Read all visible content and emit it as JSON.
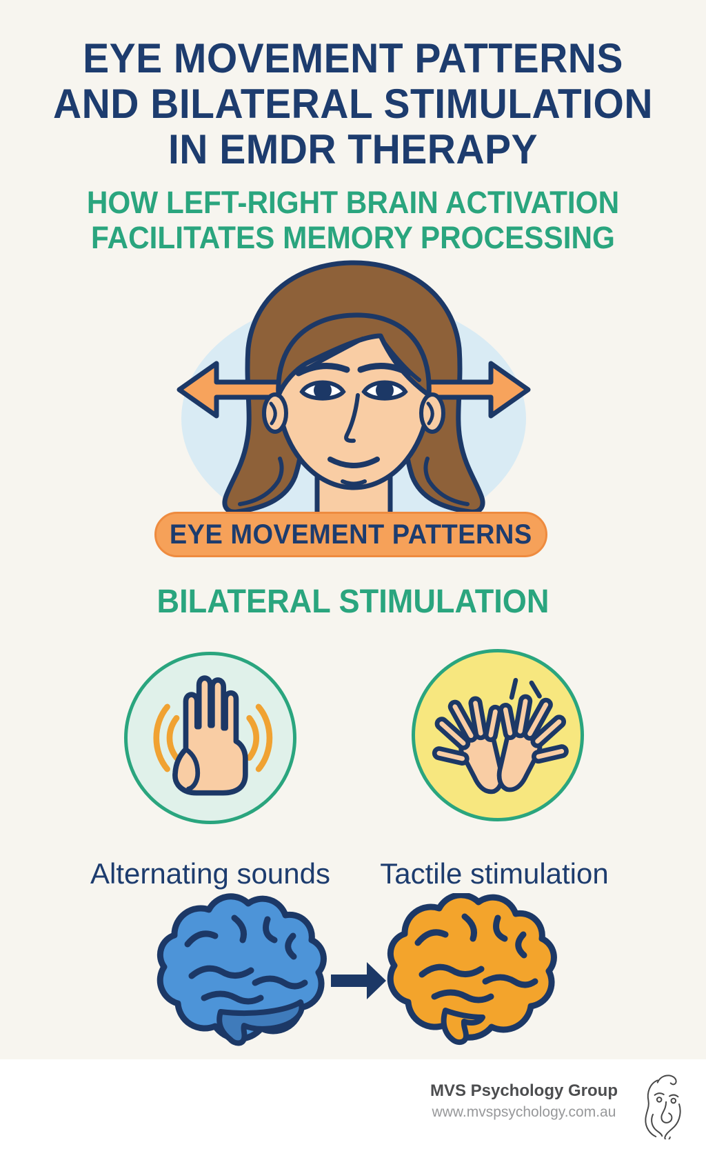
{
  "theme": {
    "bg": "#F7F5EF",
    "footer_bg": "#FFFFFF",
    "navy": "#1D3C6E",
    "outline": "#1C3866",
    "green": "#2AA57E",
    "banner_fill": "#F6A159",
    "banner_border": "#EE8B3F",
    "arrow_orange": "#F7A35C",
    "skin": "#F9CDA4",
    "hair": "#8E6139",
    "halo_blue": "#D9EBF4",
    "mint": "#E0F1EA",
    "yellow": "#F7E77F",
    "arc_orange": "#F0A232",
    "brain_blue": "#4D94D8",
    "brain_blue_dark": "#3F7BBB",
    "brain_orange": "#F3A42C",
    "footer_text": "#4C4D4F",
    "footer_url": "#97989A"
  },
  "header": {
    "title_lines": [
      "EYE MOVEMENT PATTERNS",
      "AND BILATERAL STIMULATION",
      "IN EMDR THERAPY"
    ],
    "subtitle_lines": [
      "HOW LEFT-RIGHT BRAIN ACTIVATION",
      "FACILITATES MEMORY PROCESSING"
    ]
  },
  "hero": {
    "banner_label": "EYE MOVEMENT PATTERNS",
    "illustration": "woman-face-with-left-right-eye-movement-arrows"
  },
  "bilateral": {
    "heading": "BILATERAL STIMULATION",
    "items": [
      {
        "icon": "waving-hand-sound-waves-icon",
        "label": "Alternating sounds"
      },
      {
        "icon": "tapping-hands-icon",
        "label": "Tactile stimulation"
      }
    ]
  },
  "brains": {
    "description": "left-brain-to-right-brain-activation",
    "from_color": "#4D94D8",
    "to_color": "#F3A42C"
  },
  "footer": {
    "org_name": "MVS Psychology Group",
    "website": "www.mvspsychology.com.au",
    "logo": "mvs-line-face-logo"
  }
}
